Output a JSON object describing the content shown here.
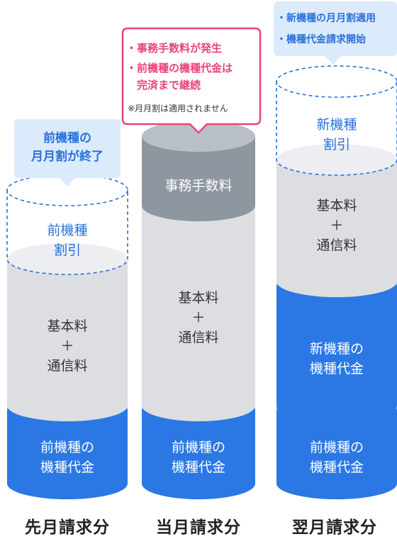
{
  "colors": {
    "blue": "#2b78e4",
    "blue_light_band": "#8fb8f2",
    "gray_body": "#dcdee2",
    "gray_top": "#eceef1",
    "dark_gray": "#8e969f",
    "bubble_blue_fill": "#dcebfb",
    "bubble_pink_border": "#e8447d",
    "pink_text": "#e8447d",
    "dashed_blue": "#2a72d8"
  },
  "columns": [
    {
      "label": "先月請求分",
      "bubble": {
        "lines": "前機種の\n月月割が終了"
      },
      "segments": {
        "discount": "前機種\n割引",
        "basic": "基本料\n＋\n通信料",
        "old_device": "前機種の\n機種代金"
      }
    },
    {
      "label": "当月請求分",
      "bubble": {
        "bullets": [
          "・事務手数料が発生",
          "・前機種の機種代金は\n　完済まで継続"
        ],
        "note": "※月月割は適用されません"
      },
      "segments": {
        "fee": "事務手数料",
        "basic": "基本料\n＋\n通信料",
        "old_device": "前機種の\n機種代金"
      }
    },
    {
      "label": "翌月請求分",
      "bubble": {
        "bullets": [
          "・新機種の月月割適用",
          "・機種代金請求開始"
        ]
      },
      "segments": {
        "discount": "新機種\n割引",
        "basic": "基本料\n＋\n通信料",
        "new_device": "新機種の\n機種代金",
        "old_device": "前機種の\n機種代金"
      }
    }
  ]
}
